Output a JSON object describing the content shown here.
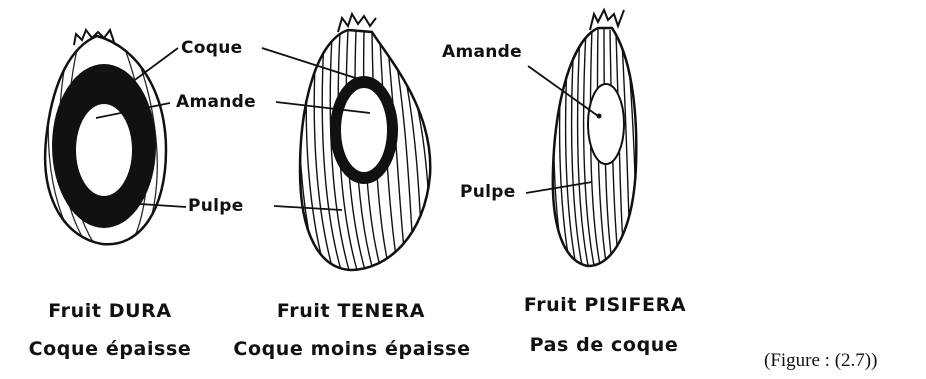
{
  "fruits": [
    {
      "caption_name": "Fruit DURA",
      "caption_shell": "Coque épaisse",
      "labels": {
        "shell": "Coque",
        "kernel": "Amande",
        "pulp": "Pulpe"
      }
    },
    {
      "caption_name": "Fruit TENERA",
      "caption_shell": "Coque moins épaisse"
    },
    {
      "caption_name": "Fruit PISIFERA",
      "caption_shell": "Pas de coque",
      "labels": {
        "kernel": "Amande",
        "pulp": "Pulpe"
      }
    }
  ],
  "figure_ref": "(Figure : (2.7))",
  "colors": {
    "ink": "#111111",
    "background": "#ffffff"
  }
}
